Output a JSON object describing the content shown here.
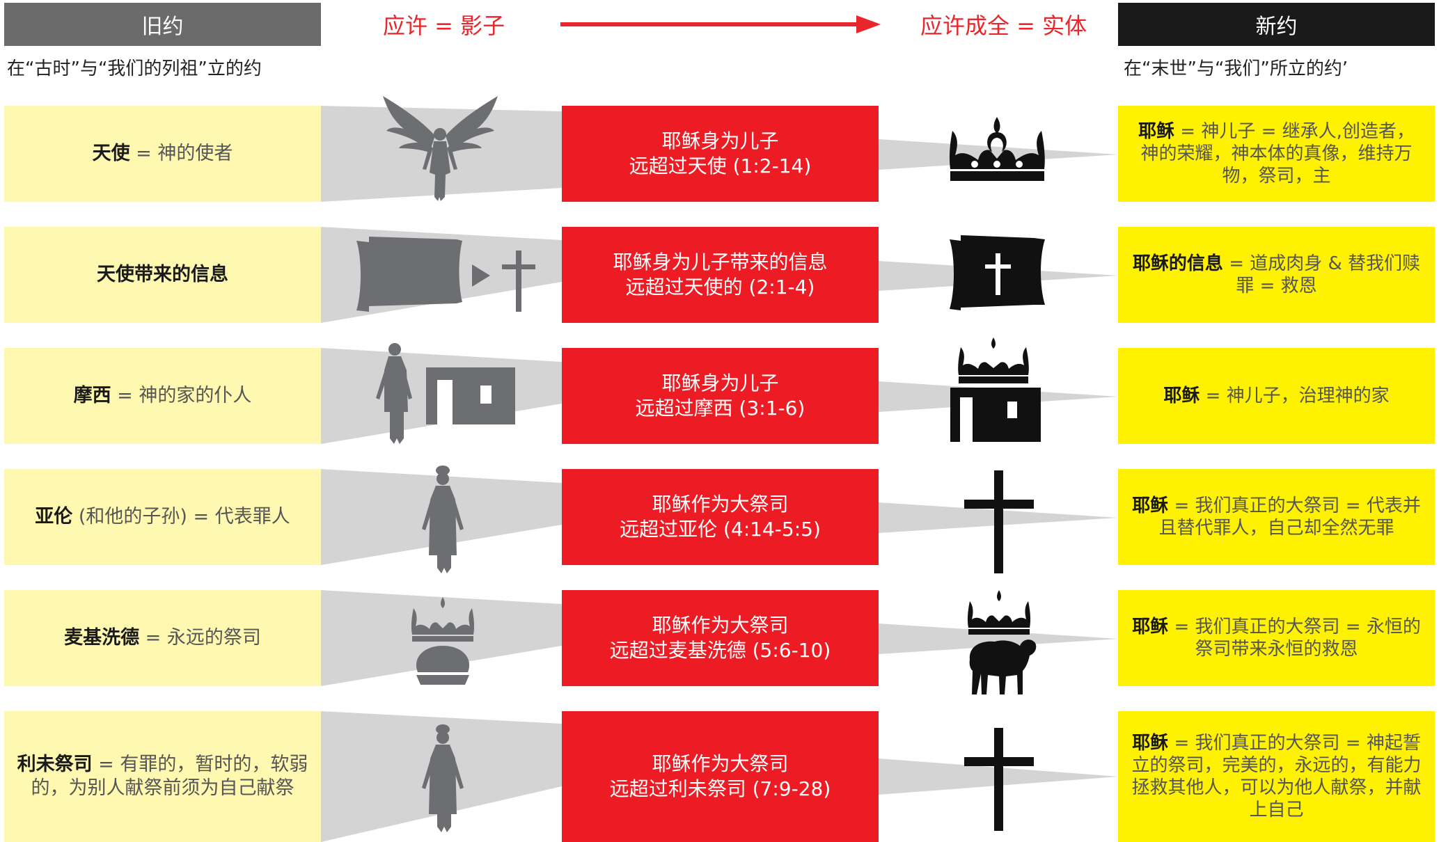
{
  "header": {
    "old_title": "旧约",
    "old_subtitle": "在“古时”与“我们的列祖”立的约",
    "promise_shadow": "应许 = 影子",
    "promise_fulfilled": "应许成全 = 实体",
    "new_title": "新约",
    "new_subtitle": "在“末世”与“我们”所立的约’"
  },
  "colors": {
    "accent_red": "#ed1c24",
    "old_header": "#6b6b6b",
    "new_header": "#1a1a1a",
    "old_cell": "#fff8b0",
    "new_cell": "#fff200",
    "beam": "#d4d4d4"
  },
  "rows": [
    {
      "left_main": "天使",
      "left_rest": " = 神的使者",
      "mid_line1": "耶稣身为儿子",
      "mid_line2": "远超过天使 (1:2-14)",
      "right_main": "耶稣",
      "right_rest": " = 神儿子 = 继承人,创造者，神的荣耀，神本体的真像，维持万物，祭司，主",
      "old_icon": "angel-icon",
      "new_icon": "crown-icon"
    },
    {
      "left_main": "天使带来的信息",
      "left_rest": "",
      "mid_line1": "耶稣身为儿子带来的信息",
      "mid_line2": "远超过天使的 (2:1-4)",
      "right_main": "耶稣的信息",
      "right_rest": " = 道成肉身 & 替我们赎罪 = 救恩",
      "old_icon": "scroll-to-cross-icon",
      "new_icon": "scroll-cross-icon"
    },
    {
      "left_main": "摩西",
      "left_rest": " = 神的家的仆人",
      "mid_line1": "耶稣身为儿子",
      "mid_line2": "远超过摩西 (3:1-6)",
      "right_main": "耶稣",
      "right_rest": " = 神儿子，治理神的家",
      "old_icon": "moses-house-icon",
      "new_icon": "crown-house-icon"
    },
    {
      "left_main": "亚伦",
      "left_rest": " (和他的子孙) = 代表罪人",
      "mid_line1": "耶稣作为大祭司",
      "mid_line2": "远超过亚伦 (4:14-5:5)",
      "right_main": "耶稣",
      "right_rest": " = 我们真正的大祭司 = 代表并且替代罪人，自己却全然无罪",
      "old_icon": "priest-icon",
      "new_icon": "cross-icon"
    },
    {
      "left_main": "麦基洗德",
      "left_rest": " = 永远的祭司",
      "mid_line1": "耶稣作为大祭司",
      "mid_line2": "远超过麦基洗德 (5:6-10)",
      "right_main": "耶稣",
      "right_rest": " = 我们真正的大祭司 = 永恒的祭司带来永恒的救恩",
      "old_icon": "crown-bread-icon",
      "new_icon": "crown-lamb-icon"
    },
    {
      "left_main": "利未祭司",
      "left_rest": " = 有罪的，暂时的，软弱的，为别人献祭前须为自己献祭",
      "mid_line1": "耶稣作为大祭司",
      "mid_line2": "远超过利未祭司 (7:9-28)",
      "right_main": "耶稣",
      "right_rest": " = 我们真正的大祭司 = 神起誓立的祭司，完美的，永远的，有能力拯救其他人，可以为他人献祭，并献上自己",
      "old_icon": "priest-icon",
      "new_icon": "cross-icon"
    }
  ]
}
